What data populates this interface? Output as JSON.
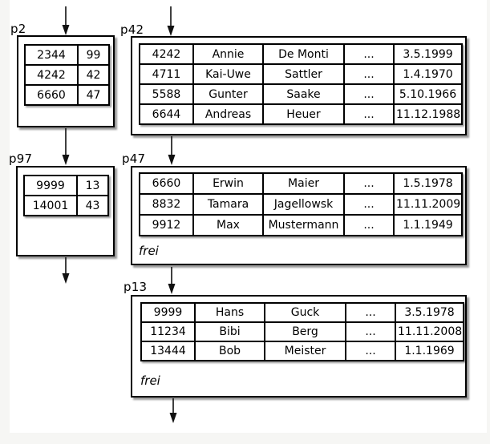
{
  "colors": {
    "page_bg": "#ffffff",
    "margin_bg": "#f6f6f4",
    "line": "#000000",
    "shadow": "#b3b3b3"
  },
  "nodes": {
    "p2": {
      "label": "p2",
      "rows": [
        [
          "2344",
          "99"
        ],
        [
          "4242",
          "42"
        ],
        [
          "6660",
          "47"
        ]
      ]
    },
    "p97": {
      "label": "p97",
      "rows": [
        [
          "9999",
          "13"
        ],
        [
          "14001",
          "43"
        ]
      ]
    },
    "p42": {
      "label": "p42",
      "rows": [
        [
          "4242",
          "Annie",
          "De Monti",
          "...",
          "3.5.1999"
        ],
        [
          "4711",
          "Kai-Uwe",
          "Sattler",
          "...",
          "1.4.1970"
        ],
        [
          "5588",
          "Gunter",
          "Saake",
          "...",
          "5.10.1966"
        ],
        [
          "6644",
          "Andreas",
          "Heuer",
          "...",
          "11.12.1988"
        ]
      ]
    },
    "p47": {
      "label": "p47",
      "rows": [
        [
          "6660",
          "Erwin",
          "Maier",
          "...",
          "1.5.1978"
        ],
        [
          "8832",
          "Tamara",
          "Jagellowsk",
          "...",
          "11.11.2009"
        ],
        [
          "9912",
          "Max",
          "Mustermann",
          "...",
          "1.1.1949"
        ]
      ],
      "free_label": "frei"
    },
    "p13": {
      "label": "p13",
      "rows": [
        [
          "9999",
          "Hans",
          "Guck",
          "...",
          "3.5.1978"
        ],
        [
          "11234",
          "Bibi",
          "Berg",
          "...",
          "11.11.2008"
        ],
        [
          "13444",
          "Bob",
          "Meister",
          "...",
          "1.1.1969"
        ]
      ],
      "free_label": "frei"
    }
  },
  "arrows": [
    {
      "from": "root",
      "to": "p2"
    },
    {
      "from": "root",
      "to": "p42"
    },
    {
      "from": "p2",
      "to": "p97"
    },
    {
      "from": "p42",
      "to": "p47"
    },
    {
      "from": "p97",
      "to": "next"
    },
    {
      "from": "p47",
      "to": "p13"
    },
    {
      "from": "p13",
      "to": "next"
    }
  ]
}
